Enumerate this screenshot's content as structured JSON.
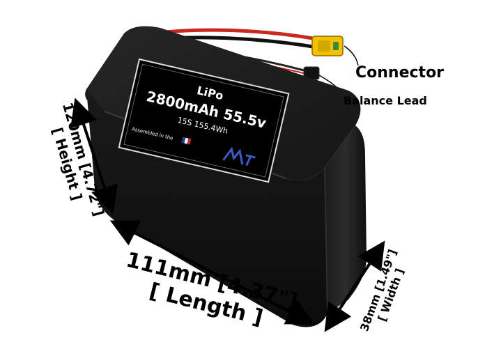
{
  "battery": {
    "chemistry": "LiPo",
    "capacity_voltage": "2800mAh 55.5v",
    "config_energy": "15S 155.4Wh",
    "assembled_text": "Assembled in the",
    "body_color": "#141414",
    "wire_red": "#c8281e",
    "connector_color": "#f2c200"
  },
  "callouts": {
    "connector": "Connector",
    "balance_lead": "Balance Lead"
  },
  "dimensions": {
    "height_value": "120mm [4.72\"]",
    "height_label": "[ Height ]",
    "length_value": "111mm [4.37\"]",
    "length_label": "[ Length ]",
    "width_value": "38mm [1.49\"]",
    "width_label": "[ Width ]"
  }
}
